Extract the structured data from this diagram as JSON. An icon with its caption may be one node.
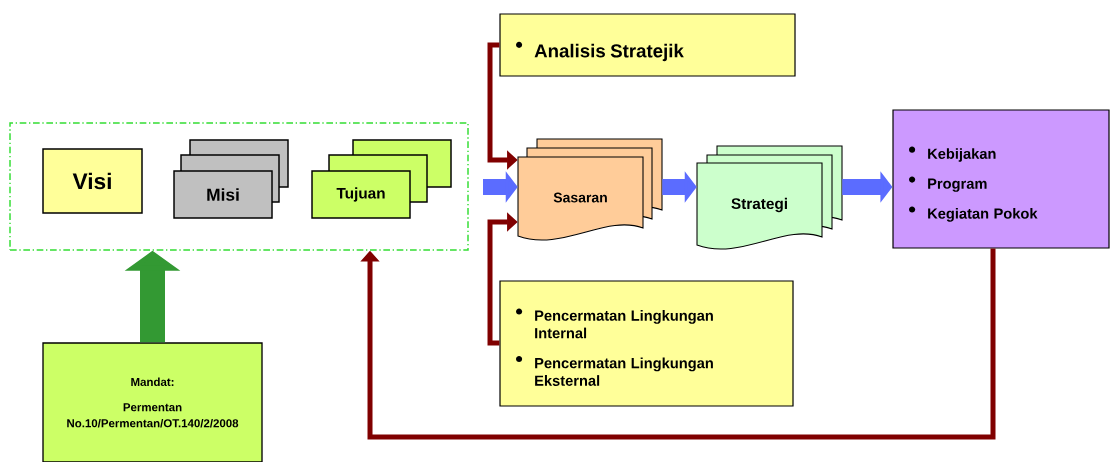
{
  "diagram": {
    "nodes": [
      {
        "text": [],
        "shape": "box"
      },
      {
        "text": [
          "Visi"
        ],
        "in": 0
      },
      {
        "text": [
          "Misi"
        ],
        "in": 0
      },
      {
        "text": [
          "Tujuan"
        ],
        "in": 0
      },
      {
        "text": [
          "Mandat:",
          "Permentan No.10/Permentan/OT.140/2/2008"
        ]
      },
      {
        "text": [
          "Analisis Stratejik"
        ]
      },
      {
        "text": [
          "Sasaran"
        ]
      },
      {
        "text": [
          "Strategi"
        ]
      },
      {
        "text": [
          "Kebijakan",
          "Program",
          "Kegiatan Pokok"
        ]
      },
      {
        "text": [
          "Pencermatan Lingkungan Internal",
          "Pencermatan Lingkungan Eksternal"
        ]
      }
    ],
    "edges": [
      {
        "from": 4,
        "to": 0,
        "arrow": "to",
        "color": "#339933"
      },
      {
        "from": 5,
        "to": 6,
        "arrow": "to"
      },
      {
        "from": 9,
        "to": 6,
        "arrow": "to"
      },
      {
        "from": null,
        "to": 6,
        "arrow": "to",
        "color": "#5b6cff"
      },
      {
        "from": 6,
        "to": 7,
        "arrow": "to",
        "color": "#5b6cff"
      },
      {
        "from": 7,
        "to": 8,
        "arrow": "to",
        "color": "#5b6cff"
      },
      {
        "from": 8,
        "to": 0,
        "arrow": "to"
      }
    ]
  }
}
